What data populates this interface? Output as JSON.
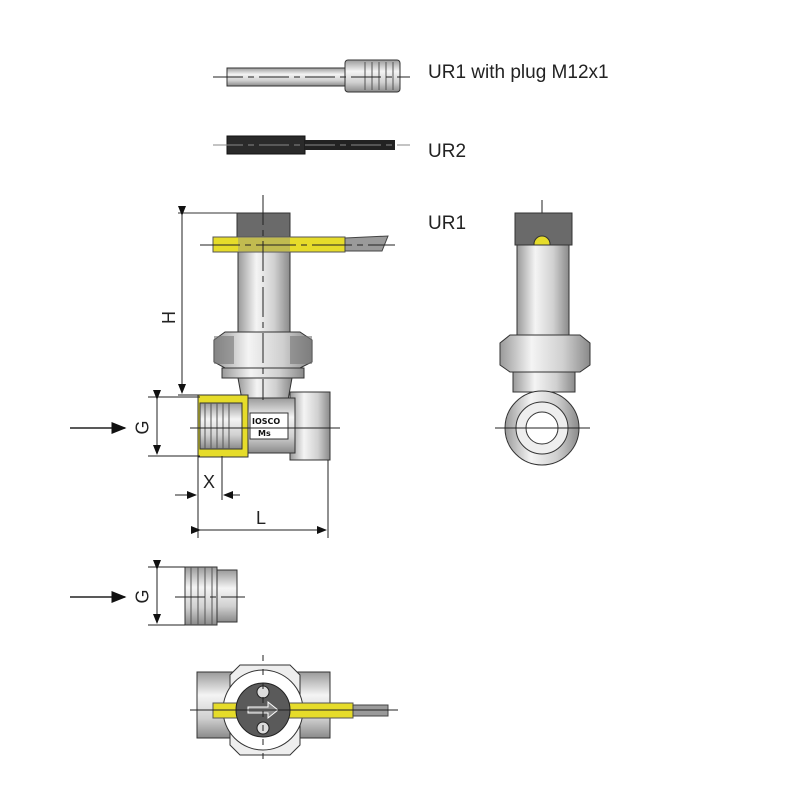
{
  "labels": {
    "ur1_plug": "UR1 with plug M12x1",
    "ur2": "UR2",
    "ur1": "UR1"
  },
  "dimensions": {
    "height": "H",
    "thread": "G",
    "thread_fitting": "G",
    "thread_length": "X",
    "length": "L"
  },
  "body_marking": {
    "brand": "IOSCO",
    "material": "Ms"
  },
  "colors": {
    "yellow": "#e6dc2a",
    "dark_gray": "#5a5a5a",
    "metal": "#d8d8d8",
    "cable_black": "#222222"
  }
}
